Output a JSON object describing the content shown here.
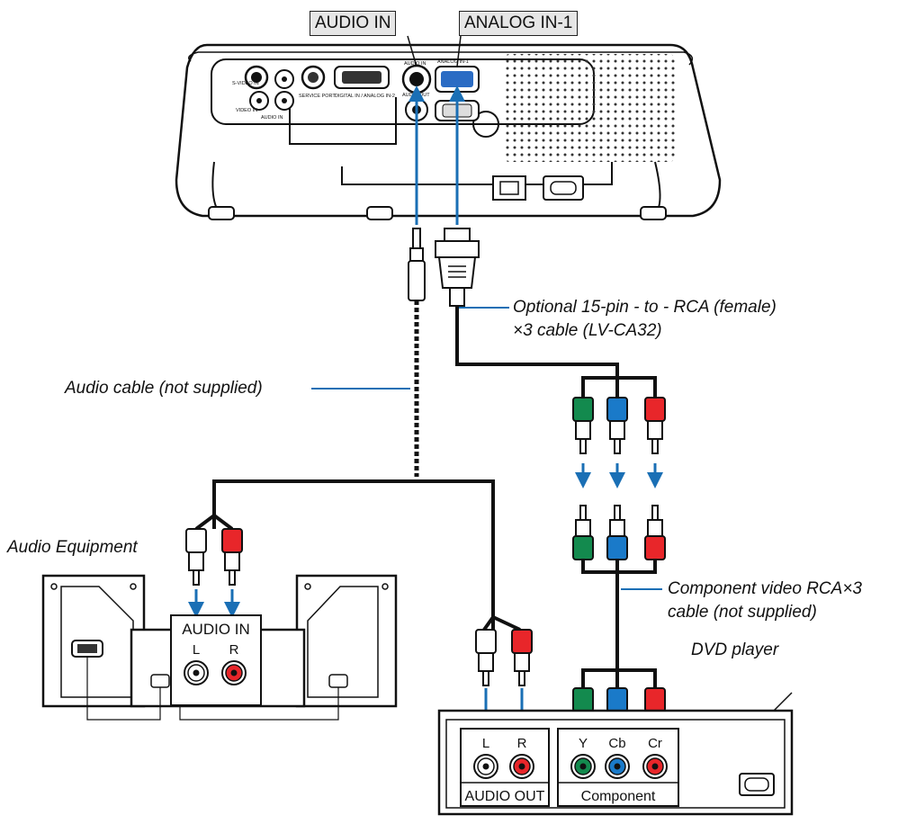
{
  "labels": {
    "audio_in_port": "AUDIO IN",
    "analog_in_port": "ANALOG IN-1",
    "optional_cable_line1": "Optional 15-pin - to - RCA (female)",
    "optional_cable_line2": "×3 cable (LV-CA32)",
    "audio_cable": "Audio cable (not supplied)",
    "audio_equipment": "Audio Equipment",
    "component_cable_line1": "Component video RCA×3",
    "component_cable_line2": "cable (not supplied)",
    "dvd_player": "DVD player"
  },
  "audio_panel": {
    "title": "AUDIO IN",
    "left": "L",
    "right": "R"
  },
  "dvd_panel": {
    "audio_left": "L",
    "audio_right": "R",
    "audio_section": "AUDIO OUT",
    "y": "Y",
    "cb": "Cb",
    "cr": "Cr",
    "component_section": "Component"
  },
  "projector_panel": {
    "svideo": "S-VIDEO IN",
    "video": "VIDEO IN",
    "audio_in": "AUDIO IN",
    "service": "SERVICE PORT",
    "digital": "DIGITAL IN / ANALOG IN-2",
    "p_audio_in": "AUDIO IN",
    "p_analog": "ANALOG IN-1",
    "p_audio_out": "AUDIO OUT"
  },
  "colors": {
    "arrow_blue": "#1a6fb5",
    "green": "#138a4e",
    "blue": "#1a7ac9",
    "red": "#e8262a",
    "white": "#ffffff"
  }
}
